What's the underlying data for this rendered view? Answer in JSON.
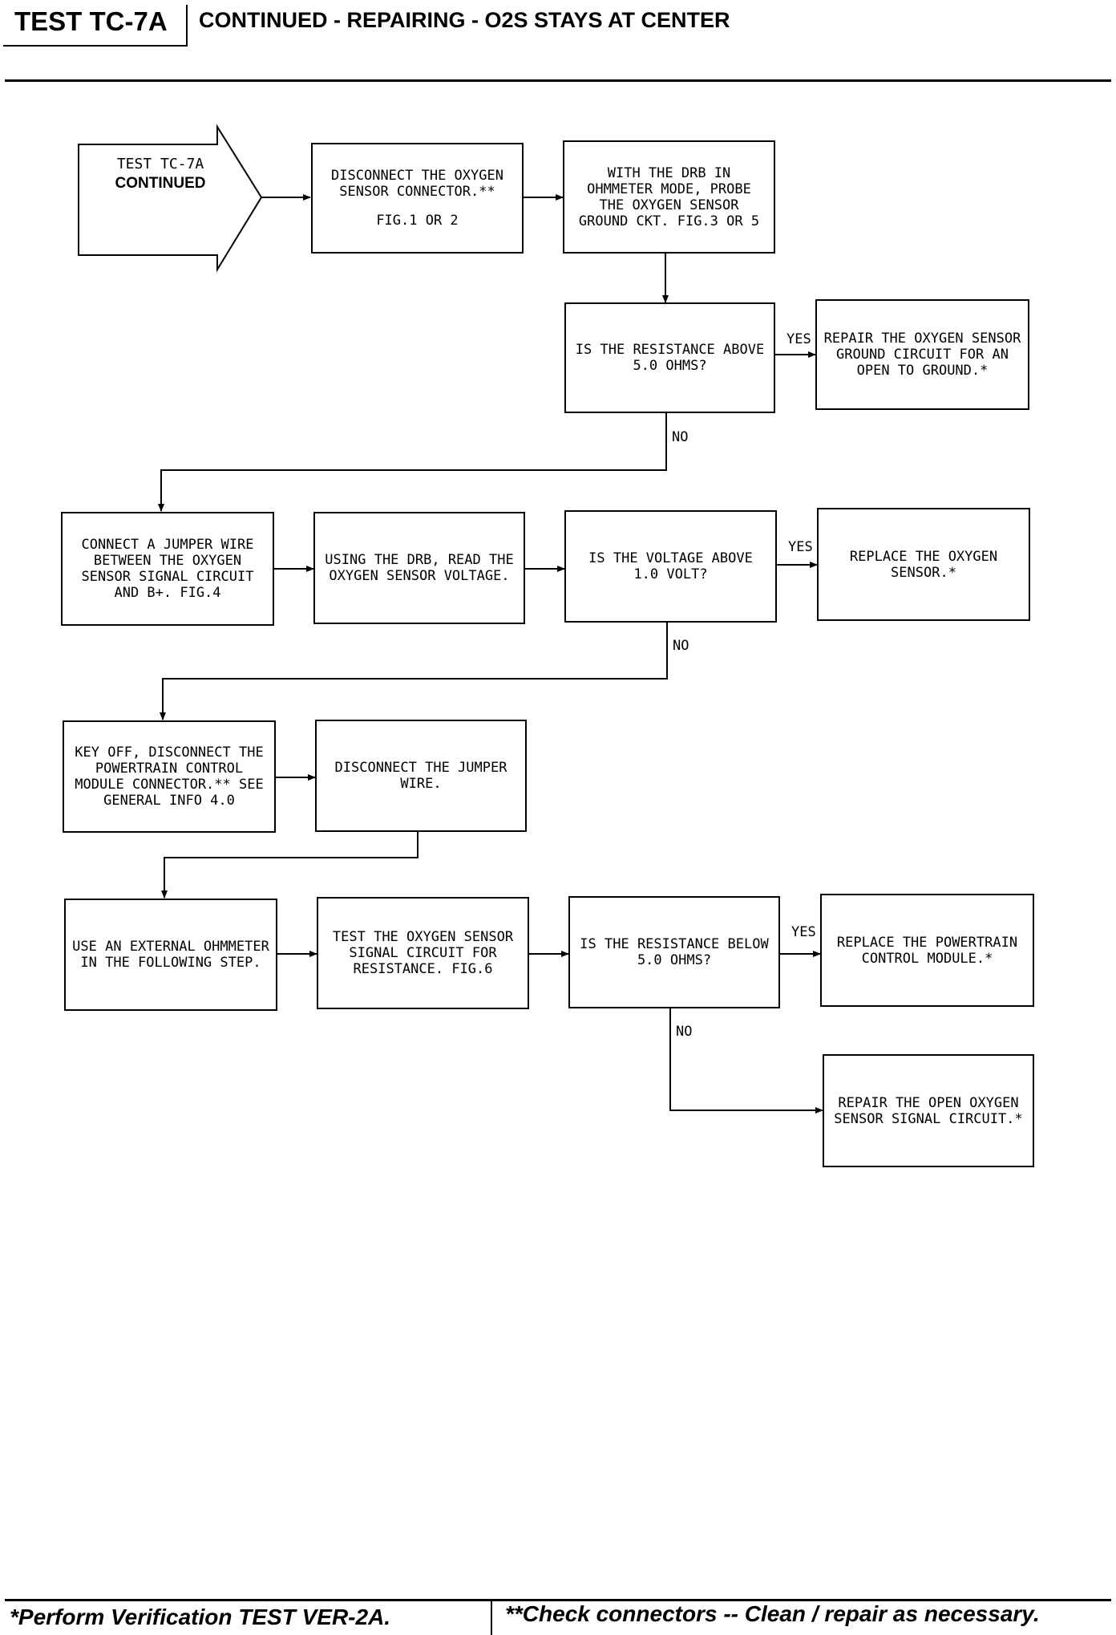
{
  "header": {
    "test_id": "TEST TC-7A",
    "title": "CONTINUED - REPAIRING - O2S STAYS AT CENTER"
  },
  "start": {
    "line1": "TEST TC-7A",
    "line2": "CONTINUED"
  },
  "steps": {
    "disconnect_o2": {
      "text": "DISCONNECT THE OXYGEN SENSOR CONNECTOR.**",
      "ref": "FIG.1 OR 2"
    },
    "probe_ground": {
      "text": "WITH THE DRB IN OHMMETER MODE, PROBE THE OXYGEN SENSOR GROUND CKT. FIG.3 OR 5"
    },
    "q_resistance_above": {
      "text": "IS THE RESISTANCE ABOVE 5.0 OHMS?"
    },
    "repair_ground": {
      "text": "REPAIR THE OXYGEN SENSOR GROUND CIRCUIT FOR AN OPEN TO GROUND.*"
    },
    "connect_jumper": {
      "text": "CONNECT A JUMPER WIRE BETWEEN THE OXYGEN SENSOR SIGNAL CIRCUIT AND B+. FIG.4"
    },
    "read_voltage": {
      "text": "USING THE DRB, READ THE OXYGEN SENSOR VOLTAGE."
    },
    "q_voltage": {
      "text": "IS THE VOLTAGE ABOVE 1.0 VOLT?"
    },
    "replace_sensor": {
      "text": "REPLACE THE OXYGEN SENSOR.*"
    },
    "key_off": {
      "text": "KEY OFF, DISCONNECT THE POWERTRAIN CONTROL MODULE CONNECTOR.** SEE GENERAL INFO 4.0"
    },
    "disconnect_jumper": {
      "text": "DISCONNECT THE JUMPER WIRE."
    },
    "external_ohmmeter": {
      "text": "USE AN EXTERNAL OHMMETER IN THE FOLLOWING STEP."
    },
    "test_signal": {
      "text": "TEST THE OXYGEN SENSOR SIGNAL CIRCUIT FOR RESISTANCE. FIG.6"
    },
    "q_resistance_below": {
      "text": "IS THE RESISTANCE BELOW 5.0 OHMS?"
    },
    "replace_pcm": {
      "text": "REPLACE THE POWERTRAIN CONTROL MODULE.*"
    },
    "repair_open": {
      "text": "REPAIR THE OPEN OXYGEN SENSOR SIGNAL CIRCUIT.*"
    }
  },
  "labels": {
    "yes": "YES",
    "no": "NO"
  },
  "footer": {
    "left": "*Perform Verification TEST VER-2A.",
    "right": "**Check connectors -- Clean / repair as necessary."
  }
}
